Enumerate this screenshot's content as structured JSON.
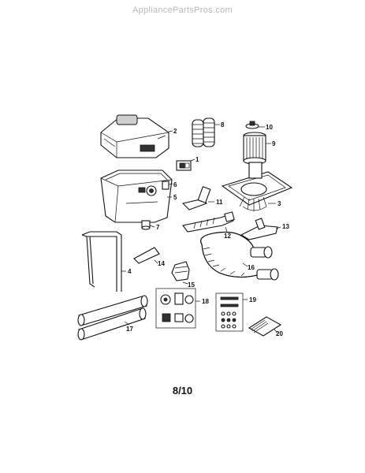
{
  "watermark": "AppliancePartsPros.com",
  "page_number": "8/10",
  "callouts": [
    "1",
    "2",
    "3",
    "4",
    "5",
    "6",
    "7",
    "8",
    "9",
    "10",
    "11",
    "12",
    "13",
    "14",
    "15",
    "16",
    "17",
    "18",
    "19",
    "20"
  ]
}
